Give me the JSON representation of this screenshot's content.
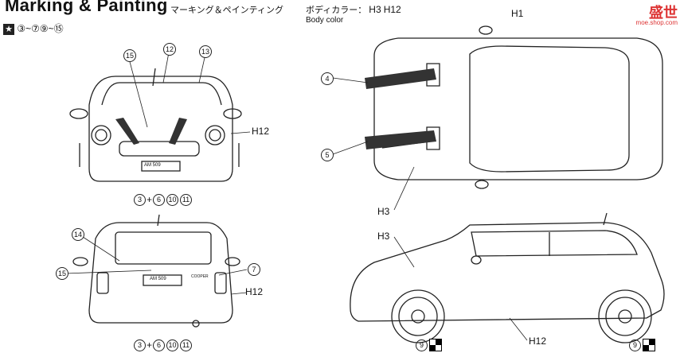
{
  "header": {
    "title": "Marking & Painting",
    "subtitle_jp": "マーキング＆ペインティング",
    "steps": [
      "③",
      "~",
      "⑦",
      "⑨",
      "~",
      "⑮"
    ],
    "body_color_jp": "ボディカラー：",
    "body_color_codes": [
      "H3",
      "H12"
    ],
    "body_color_en": "Body color"
  },
  "watermark": {
    "text": "盛世",
    "sub": "moe.shop.com"
  },
  "colors": {
    "line": "#222222",
    "stripe": "#333333",
    "window": "#e0e0e0",
    "accent": "#d33333"
  },
  "front_view": {
    "callouts": [
      "15",
      "12",
      "13"
    ],
    "paint_label": "H12",
    "plate": "AM 509",
    "parts_codes": [
      "3",
      "+",
      "6",
      "10",
      "11"
    ]
  },
  "rear_view": {
    "callouts": [
      "14",
      "15",
      "7"
    ],
    "paint_label": "H12",
    "plate": "AM 509",
    "badge": "COOPER",
    "parts_codes": [
      "3",
      "+",
      "6",
      "10",
      "11"
    ]
  },
  "top_view": {
    "roof_label": "H1",
    "callouts": [
      "4",
      "5"
    ],
    "hood_label": "H3"
  },
  "side_view": {
    "roof_label": "H3",
    "lower_label": "H12",
    "wheel_codes": [
      "9",
      "9"
    ]
  }
}
